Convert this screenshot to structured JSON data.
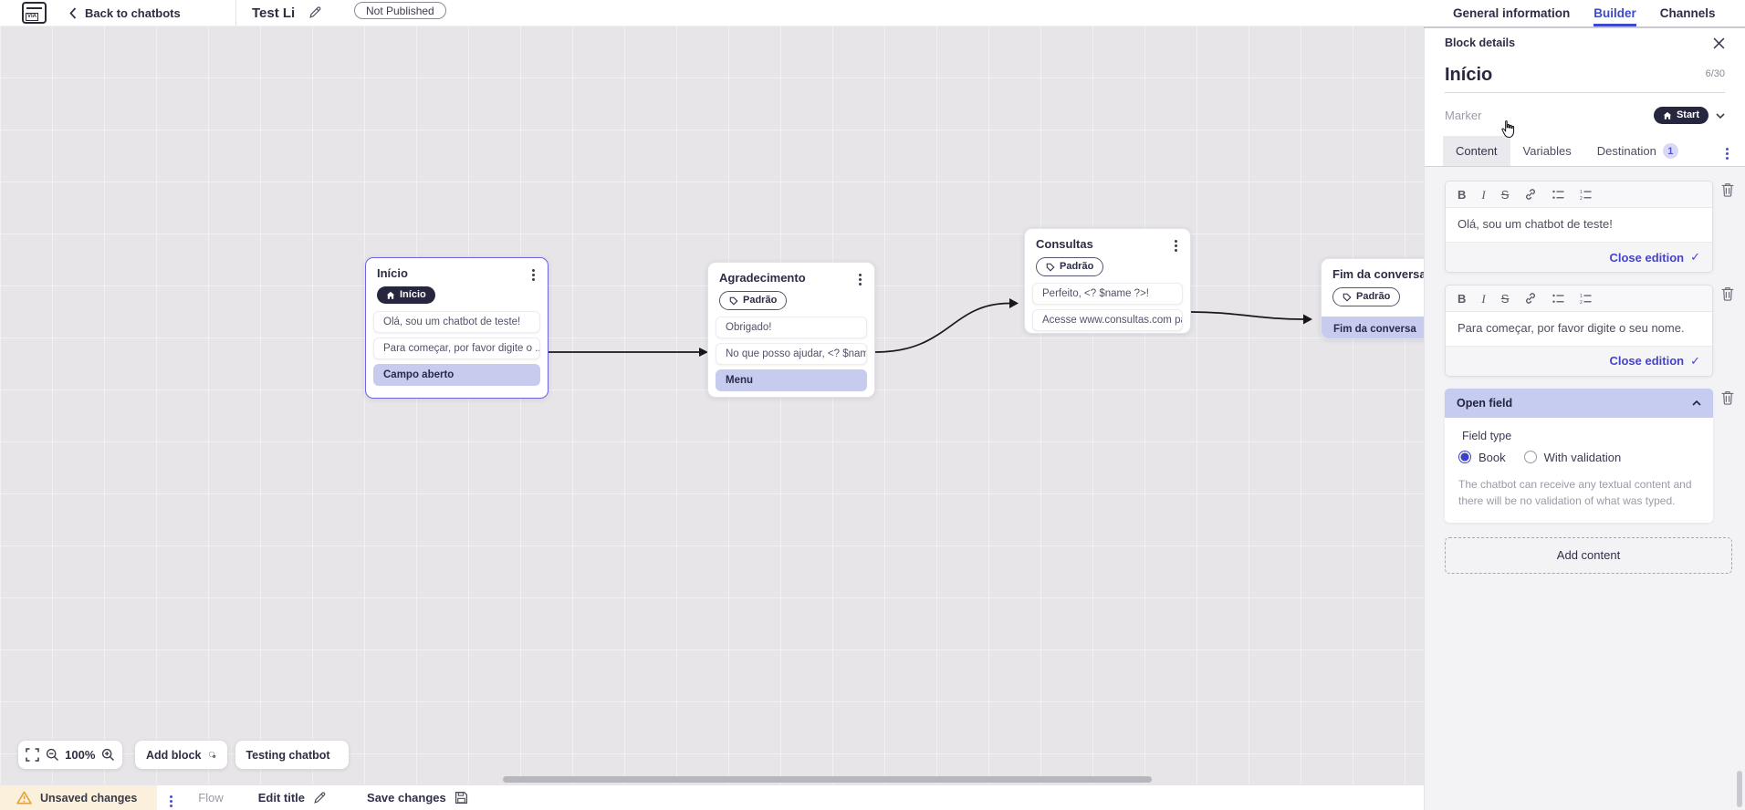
{
  "topbar": {
    "logo_text": "VIA",
    "back_label": "Back to chatbots",
    "title": "Test Li",
    "status_badge": "Not Published",
    "tabs": [
      {
        "label": "General information",
        "active": false
      },
      {
        "label": "Builder",
        "active": true
      },
      {
        "label": "Channels",
        "active": false
      }
    ]
  },
  "canvas": {
    "controls": {
      "zoom_value": "100%",
      "add_block": "Add block",
      "testing": "Testing chatbot"
    },
    "blocks": [
      {
        "title": "Início",
        "badge": "Início",
        "items": [
          {
            "label": "Olá, sou um chatbot de teste!"
          },
          {
            "label": "Para começar, por favor digite o ..."
          },
          {
            "label": "Campo aberto"
          }
        ]
      },
      {
        "title": "Agradecimento",
        "badge": "Padrão",
        "items": [
          {
            "label": "Obrigado!"
          },
          {
            "label": "No que posso ajudar, <? $name ..."
          },
          {
            "label": "Menu"
          }
        ]
      },
      {
        "title": "Consultas",
        "badge": "Padrão",
        "items": [
          {
            "label": "Perfeito, <? $name ?>!"
          },
          {
            "label": "Acesse www.consultas.com par..."
          }
        ]
      },
      {
        "title": "Fim da conversa",
        "badge": "Padrão",
        "items": [
          {
            "label": "Fim da conversa"
          }
        ]
      }
    ]
  },
  "panel": {
    "header": "Block details",
    "name_value": "Início",
    "name_counter": "6/30",
    "marker_label": "Marker",
    "marker_value": "Start",
    "tabs": [
      "Content",
      "Variables",
      "Destination"
    ],
    "destination_count": "1",
    "toolbar": {
      "bold": "B",
      "italic": "I",
      "strike": "S"
    },
    "editors": [
      {
        "text": "Olá, sou um chatbot de teste!",
        "close_label": "Close edition"
      },
      {
        "text": "Para começar, por favor digite o seu nome.",
        "close_label": "Close edition"
      }
    ],
    "open_field": {
      "title": "Open field",
      "field_type_label": "Field type",
      "options": [
        {
          "label": "Book",
          "selected": true
        },
        {
          "label": "With validation",
          "selected": false
        }
      ],
      "description": "The chatbot can receive any textual content and there will be no validation of what was typed."
    },
    "add_content": "Add content"
  },
  "statusbar": {
    "unsaved": "Unsaved changes",
    "flow": "Flow",
    "edit_title": "Edit title",
    "save": "Save changes"
  },
  "colors": {
    "accent_blue": "#3c49ce",
    "link_blue": "#4643cb",
    "dark_pill": "#26263f",
    "highlight_lavender": "#c7cbee",
    "warning_bg": "#fbf0db",
    "warning_icon": "#e0a23e",
    "selected_border": "#6f63e0",
    "canvas_bg": "#e7e5e8"
  }
}
